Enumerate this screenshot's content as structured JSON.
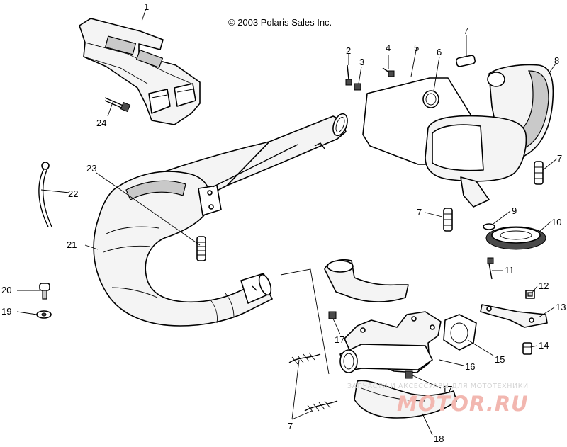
{
  "copyright": "© 2003 Polaris Sales Inc.",
  "watermark": {
    "top_text": "ЗАПЧАСТИ И АКСЕССУАРЫ ДЛЯ МОТОТЕХНИКИ",
    "brand_text": "MOTOR.RU",
    "color": "#f2b7b0"
  },
  "callouts": {
    "c1": "1",
    "c2": "2",
    "c3": "3",
    "c4": "4",
    "c5": "5",
    "c6": "6",
    "c7a": "7",
    "c7b": "7",
    "c7c": "7",
    "c7d": "7",
    "c8": "8",
    "c9": "9",
    "c10": "10",
    "c11": "11",
    "c12": "12",
    "c13": "13",
    "c14": "14",
    "c15": "15",
    "c16": "16",
    "c17a": "17",
    "c17b": "17",
    "c18": "18",
    "c19": "19",
    "c20": "20",
    "c21": "21",
    "c22": "22",
    "c23": "23",
    "c24": "24"
  }
}
